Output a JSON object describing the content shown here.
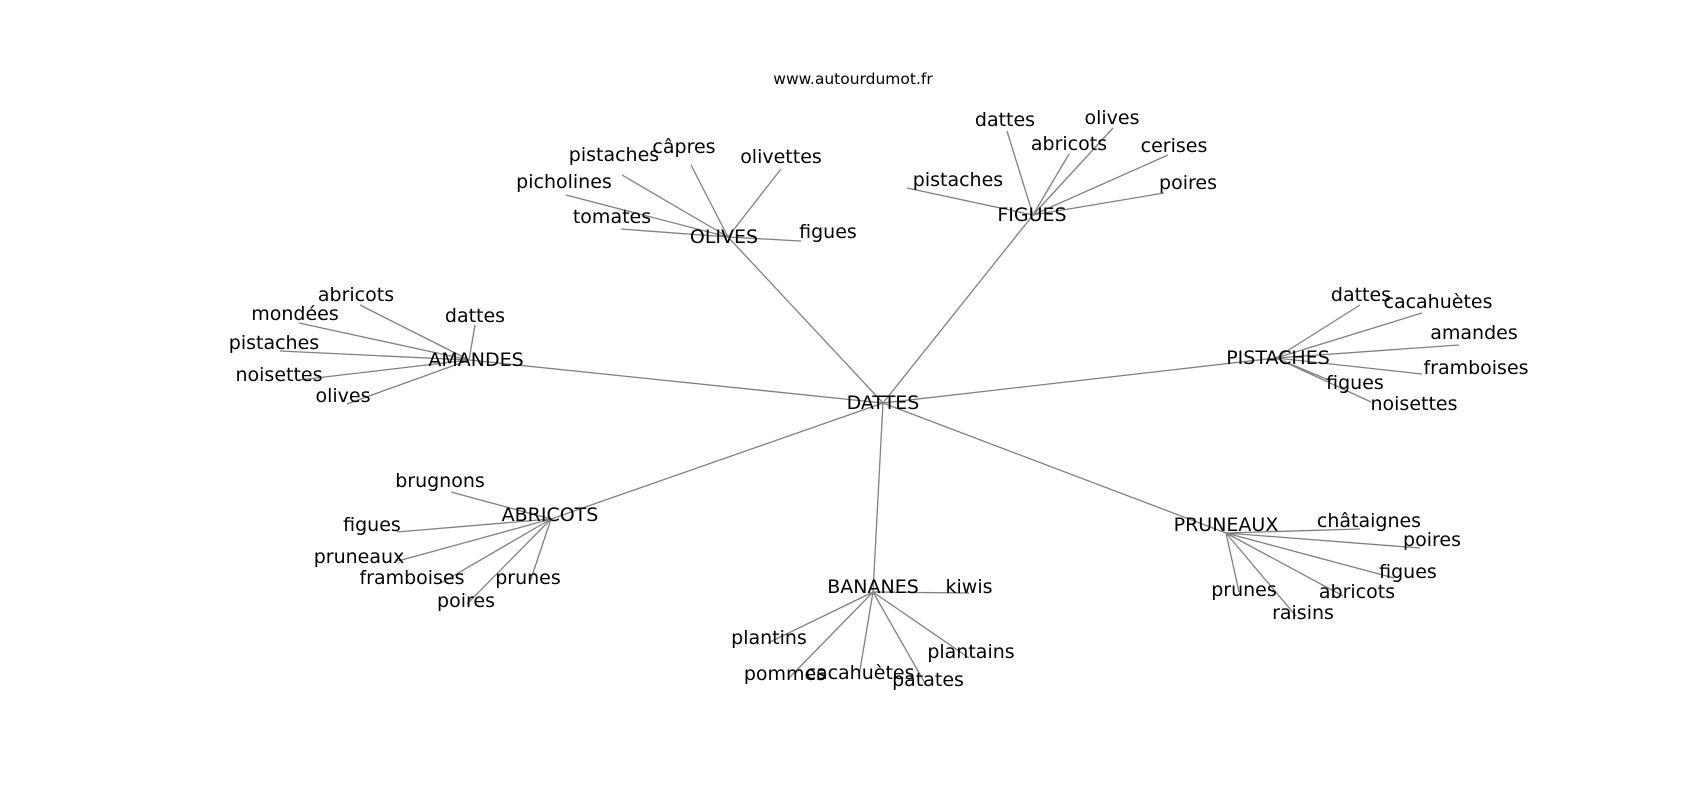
{
  "site_label": "www.autourdumot.fr",
  "colors": {
    "edge": "#808080",
    "text": "#000000",
    "background": "#ffffff"
  },
  "graph": {
    "center": "DATTES",
    "clusters": [
      {
        "label": "OLIVES",
        "words": [
          "câpres",
          "pistaches",
          "olivettes",
          "picholines",
          "tomates",
          "figues"
        ]
      },
      {
        "label": "FIGUES",
        "words": [
          "dattes",
          "olives",
          "abricots",
          "cerises",
          "pistaches",
          "poires"
        ]
      },
      {
        "label": "AMANDES",
        "words": [
          "abricots",
          "mondées",
          "dattes",
          "pistaches",
          "noisettes",
          "olives"
        ]
      },
      {
        "label": "PISTACHES",
        "words": [
          "dattes",
          "cacahuètes",
          "amandes",
          "framboises",
          "figues",
          "noisettes"
        ]
      },
      {
        "label": "ABRICOTS",
        "words": [
          "brugnons",
          "figues",
          "pruneaux",
          "framboises",
          "prunes",
          "poires"
        ]
      },
      {
        "label": "PRUNEAUX",
        "words": [
          "châtaignes",
          "poires",
          "figues",
          "prunes",
          "abricots",
          "raisins"
        ]
      },
      {
        "label": "BANANES",
        "words": [
          "kiwis",
          "plantins",
          "plantains",
          "pommes",
          "cacahuètes",
          "patates"
        ]
      }
    ]
  }
}
